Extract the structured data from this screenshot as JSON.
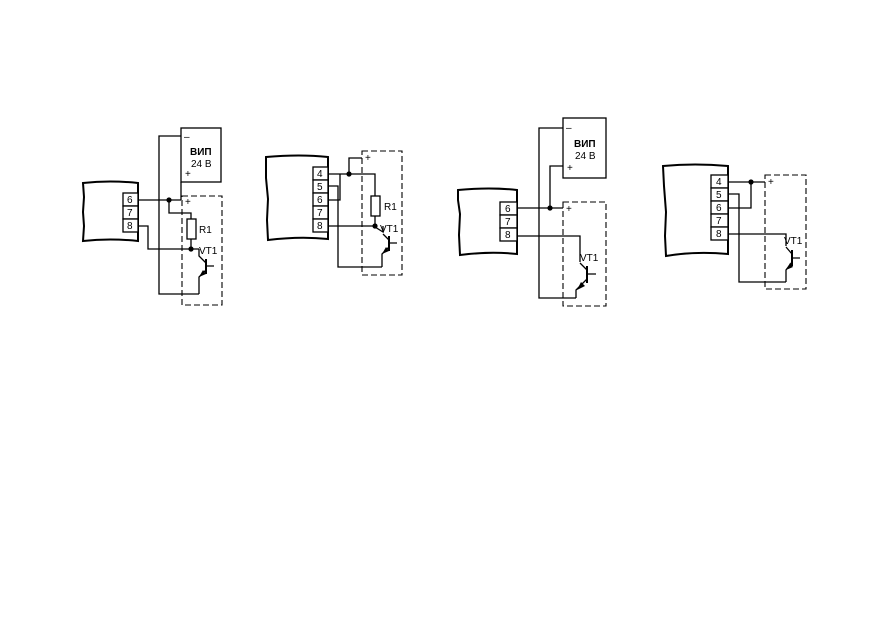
{
  "diagrams": [
    {
      "terminals": [
        "6",
        "7",
        "8"
      ],
      "supply": {
        "name": "ВИП",
        "voltage": "24 В",
        "minus": "–",
        "plus": "+"
      },
      "plus_sign": "+",
      "resistor": "R1",
      "transistor": "VT1"
    },
    {
      "terminals": [
        "4",
        "5",
        "6",
        "7",
        "8"
      ],
      "plus_sign": "+",
      "resistor": "R1",
      "transistor": "VT1"
    },
    {
      "terminals": [
        "6",
        "7",
        "8"
      ],
      "supply": {
        "name": "ВИП",
        "voltage": "24 В",
        "minus": "–",
        "plus": "+"
      },
      "plus_sign": "+",
      "transistor": "VT1"
    },
    {
      "terminals": [
        "4",
        "5",
        "6",
        "7",
        "8"
      ],
      "plus_sign": "+",
      "transistor": "VT1"
    }
  ]
}
